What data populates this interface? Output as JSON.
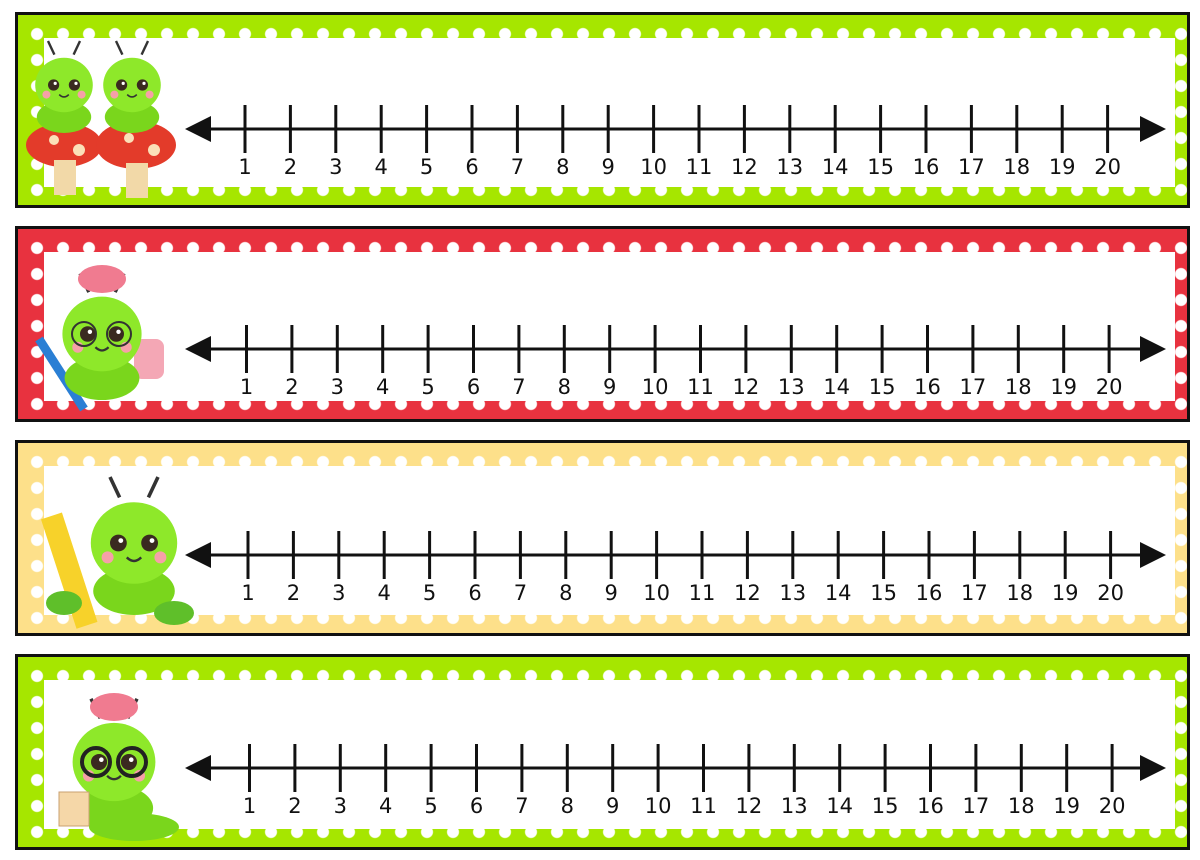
{
  "number_labels": [
    "1",
    "2",
    "3",
    "4",
    "5",
    "6",
    "7",
    "8",
    "9",
    "10",
    "11",
    "12",
    "13",
    "14",
    "15",
    "16",
    "17",
    "18",
    "19",
    "20"
  ],
  "strips": [
    {
      "theme": "lime-polka-dot",
      "color": "#a6e600",
      "mascot": "two-caterpillars-on-mushrooms"
    },
    {
      "theme": "red-polka-dot",
      "color": "#e8323f",
      "mascot": "caterpillar-with-bow-glasses-pencil-backpack"
    },
    {
      "theme": "yellow-polka-dot",
      "color": "#fde08a",
      "mascot": "caterpillar-with-pencil"
    },
    {
      "theme": "lime-polka-dot",
      "color": "#a6e600",
      "mascot": "caterpillar-with-bow-glasses-notepad"
    }
  ]
}
